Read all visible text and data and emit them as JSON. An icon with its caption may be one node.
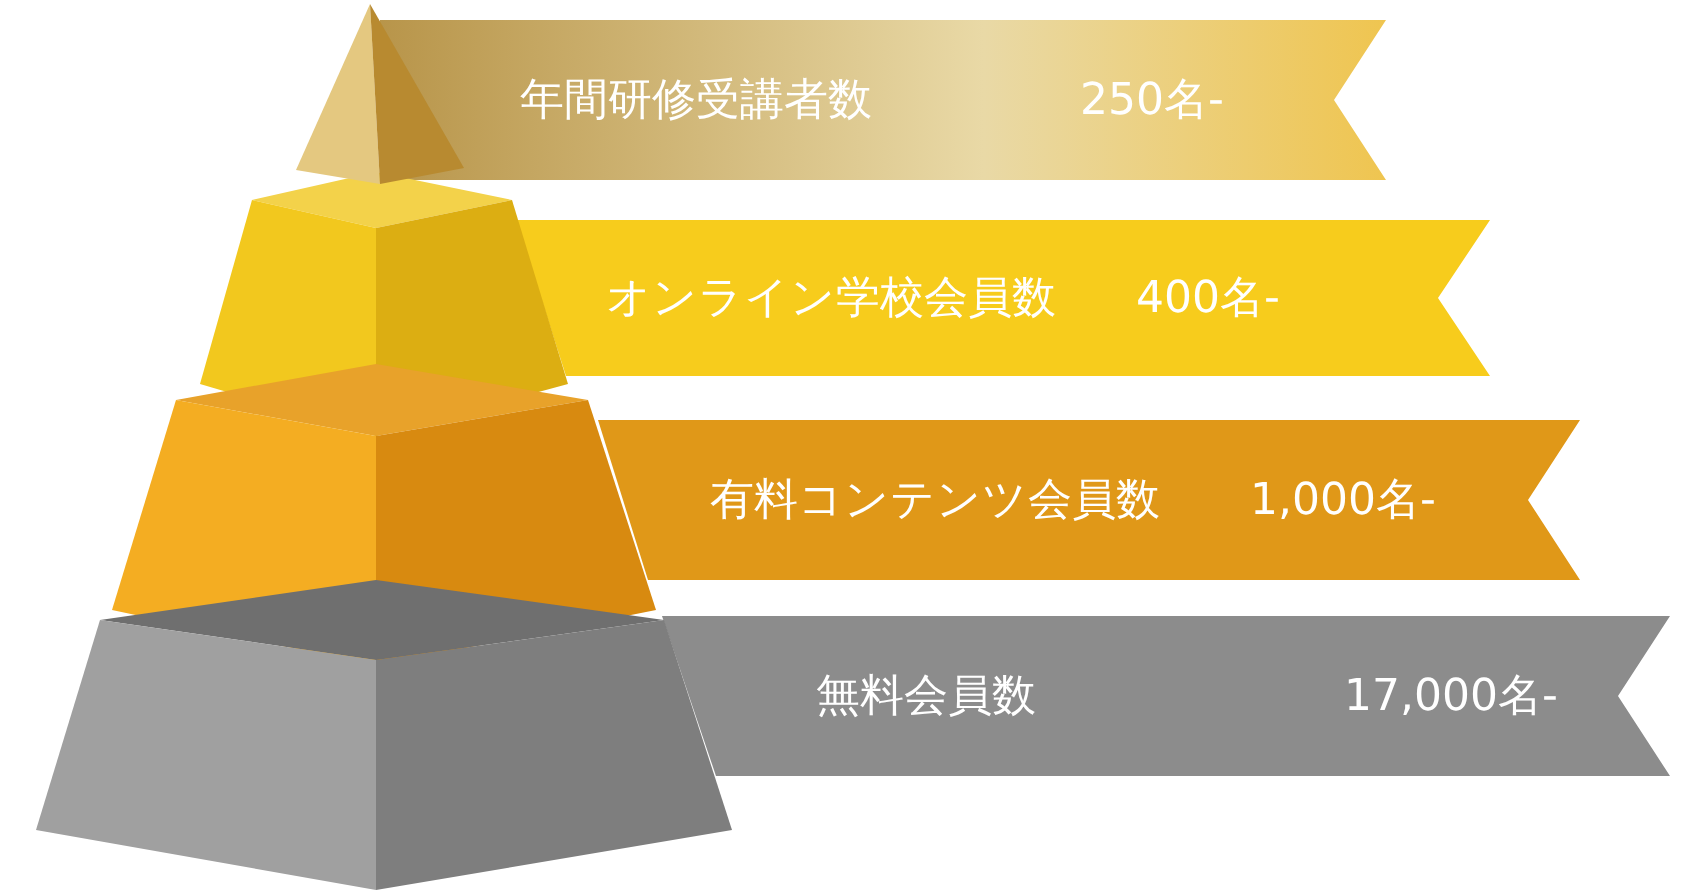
{
  "diagram": {
    "nodes": [
      {
        "text": [
          "年間研修受講者数",
          "250名-"
        ]
      },
      {
        "text": [
          "オンライン学校会員数",
          "400名-"
        ]
      },
      {
        "text": [
          "有料コンテンツ会員数",
          "1,000名-"
        ]
      },
      {
        "text": [
          "無料会員数",
          "17,000名-"
        ]
      }
    ]
  }
}
